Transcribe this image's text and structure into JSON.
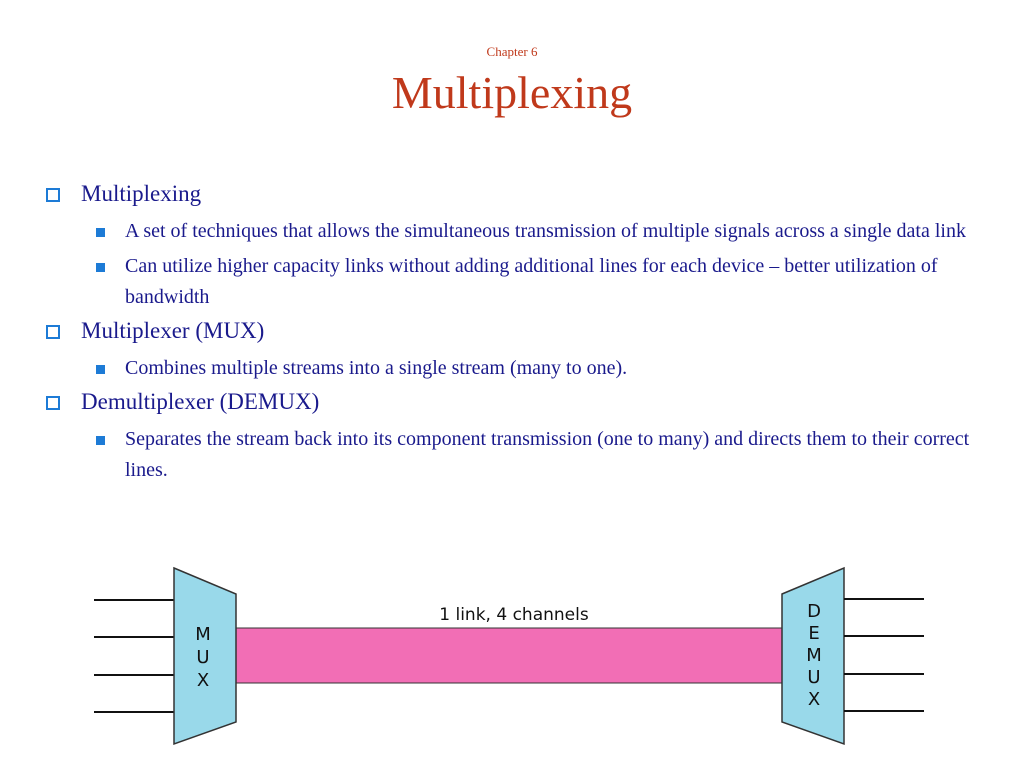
{
  "slide": {
    "chapter": "Chapter 6",
    "title": "Multiplexing"
  },
  "bullets": [
    {
      "text": "Multiplexing",
      "sub": [
        "A set of techniques that allows the simultaneous transmission of multiple signals across a single data link",
        "Can utilize higher capacity links without adding additional lines for each device – better utilization of bandwidth"
      ]
    },
    {
      "text": "Multiplexer (MUX)",
      "sub": [
        "Combines multiple streams into a single stream (many to one)."
      ]
    },
    {
      "text": "Demultiplexer (DEMUX)",
      "sub": [
        "Separates the stream back into its component transmission (one to many) and directs them to their correct lines."
      ]
    }
  ],
  "diagram": {
    "link_label": "1 link, 4 channels",
    "mux_letters": [
      "M",
      "U",
      "X"
    ],
    "demux_letters": [
      "D",
      "E",
      "M",
      "U",
      "X"
    ],
    "colors": {
      "device_fill": "#99d9ea",
      "link_fill": "#f26eb5",
      "title_color": "#c0391b",
      "text_color": "#1a1a8c",
      "bullet_color": "#1d7bd6"
    }
  }
}
